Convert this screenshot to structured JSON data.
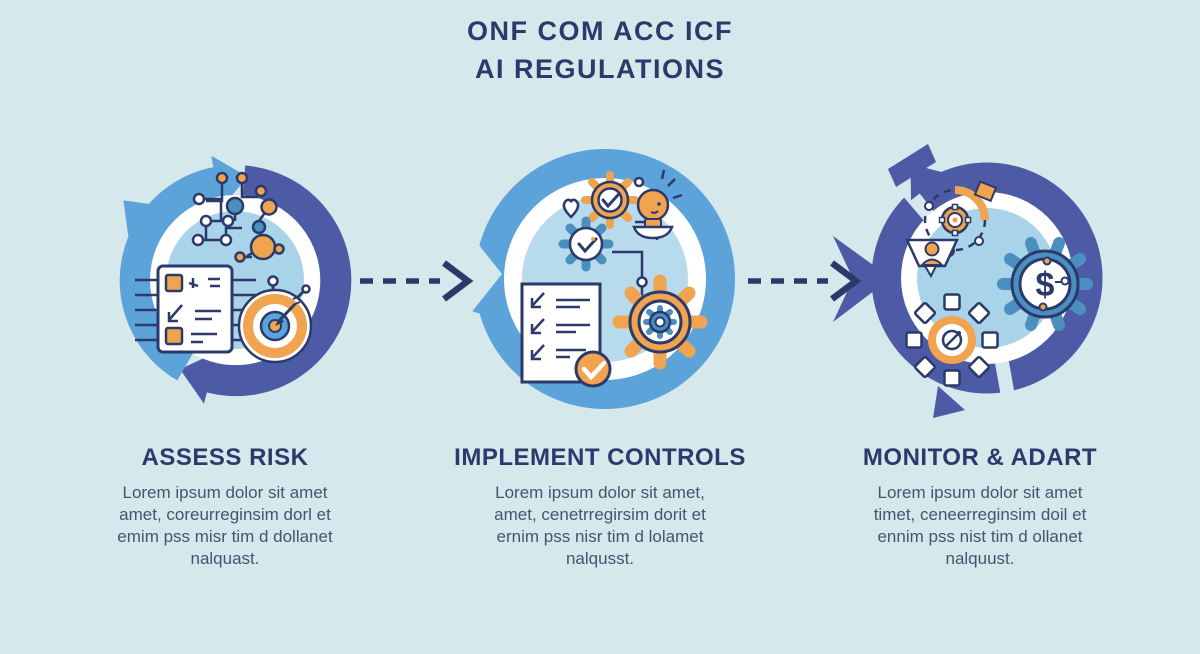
{
  "title": {
    "line1": "ONF COM ACC ICF",
    "line2": "AI REGULATIONS"
  },
  "steps": [
    {
      "title": "ASSESS RISK",
      "description": "Lorem ipsum dolor sit amet\namet, coreurreginsim dorl et\nemim pss misr tim d dollanet\nnalquast.",
      "icons": [
        "cycle-arrows-ring",
        "network-nodes-icon",
        "checklist-document-icon",
        "target-stopwatch-icon"
      ]
    },
    {
      "title": "IMPLEMENT CONTROLS",
      "description": "Lorem ipsum dolor sit amet,\namet, cenetrregirsim dorit et\nernim pss nisr tim d lolamet\nnalqusst.",
      "icons": [
        "blue-circle-badge",
        "gear-check-icon",
        "lightbulb-icon",
        "heart-icon",
        "gear-hand-icon",
        "document-check-icon",
        "double-gear-icon"
      ]
    },
    {
      "title": "MONITOR & ADART",
      "description": "Lorem ipsum dolor sit amet\ntimet, ceneerreginsim doil et\nennim pss nist tim d ollanet\nnalquust.",
      "icons": [
        "cycle-arrows-ring",
        "process-cycle-icon",
        "dollar-gear-icon",
        "hub-spoke-icon"
      ]
    }
  ],
  "glyphs": {
    "dollar": "$"
  },
  "colors": {
    "background": "#d5e8ec",
    "navy_text": "#2b3a6b",
    "body_text": "#44556e",
    "indigo_arc": "#4d5aa5",
    "blue_arc": "#5ba3d9",
    "inner_light_blue": "#a9d3e8",
    "inner_light_blue_2": "#b7dbec",
    "gear_blue": "#4a8fc0",
    "orange": "#f0a44f",
    "white": "#ffffff"
  }
}
